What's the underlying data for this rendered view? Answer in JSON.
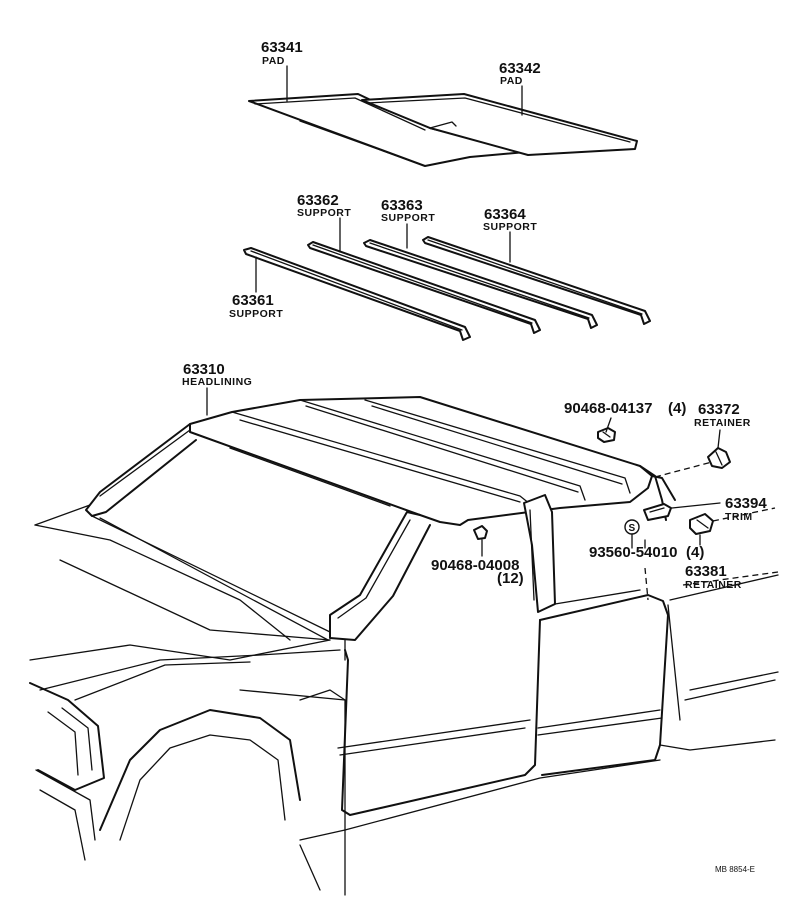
{
  "diagram": {
    "parts": [
      {
        "number": "63341",
        "name": "PAD"
      },
      {
        "number": "63342",
        "name": "PAD"
      },
      {
        "number": "63362",
        "name": "SUPPORT"
      },
      {
        "number": "63363",
        "name": "SUPPORT"
      },
      {
        "number": "63364",
        "name": "SUPPORT"
      },
      {
        "number": "63361",
        "name": "SUPPORT"
      },
      {
        "number": "63310",
        "name": "HEADLINING"
      },
      {
        "number": "63372",
        "name": "RETAINER"
      },
      {
        "number": "63394",
        "name": "TRIM"
      },
      {
        "number": "63381",
        "name": "RETAINER"
      }
    ],
    "fasteners": [
      {
        "number": "90468-04137",
        "qty": "(4)"
      },
      {
        "number": "90468-04008",
        "qty": "(12)"
      },
      {
        "number": "93560-54010",
        "qty": "(4)"
      }
    ],
    "s_marker": "S",
    "reference_code": "MB 8854-E"
  }
}
